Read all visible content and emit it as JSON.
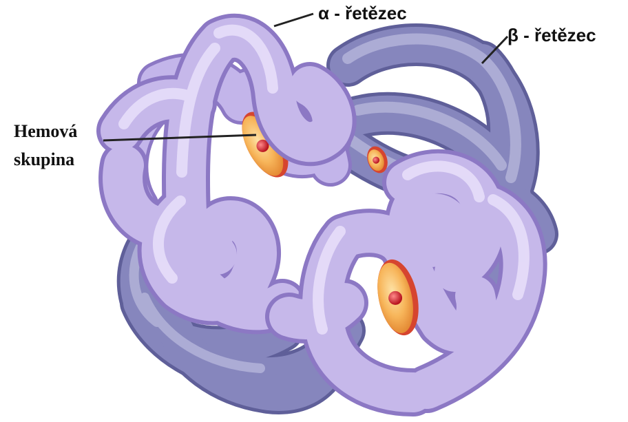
{
  "labels": {
    "alpha_chain": "α - řetězec",
    "beta_chain": "β - řetězec",
    "heme_line1": "Hemová",
    "heme_line2": "skupina"
  },
  "colors": {
    "background": "#ffffff",
    "alpha_light": "#c6b8ea",
    "alpha_mid": "#ac9bdb",
    "alpha_dark": "#8c78c4",
    "beta_light": "#a6a6d0",
    "beta_mid": "#8686bd",
    "beta_dark": "#6a6aa4",
    "heme_disc": "#f7b55a",
    "heme_rim": "#d6452f",
    "heme_iron": "#d8232f",
    "label_text": "#111111",
    "leader_line": "#222222"
  },
  "icons": {
    "protein": "hemoglobin-tetramer-ribbon",
    "heme": "heme-group-disc"
  }
}
